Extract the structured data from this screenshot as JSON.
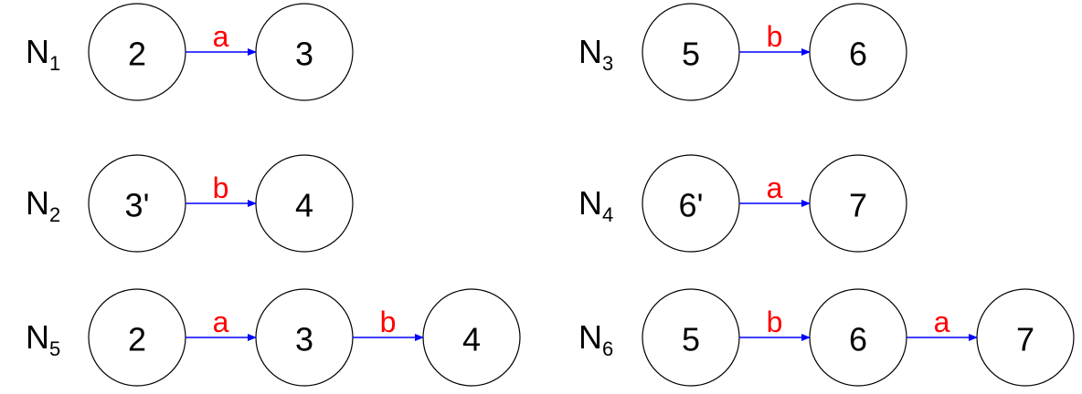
{
  "colors": {
    "edge": "#0000ff",
    "edge_label": "#ff0000",
    "node_stroke": "#000000"
  },
  "networks": [
    {
      "name": "N",
      "sub": "1",
      "nodes": [
        "2",
        "3"
      ],
      "edges": [
        "a"
      ]
    },
    {
      "name": "N",
      "sub": "3",
      "nodes": [
        "5",
        "6"
      ],
      "edges": [
        "b"
      ]
    },
    {
      "name": "N",
      "sub": "2",
      "nodes": [
        "3'",
        "4"
      ],
      "edges": [
        "b"
      ]
    },
    {
      "name": "N",
      "sub": "4",
      "nodes": [
        "6'",
        "7"
      ],
      "edges": [
        "a"
      ]
    },
    {
      "name": "N",
      "sub": "5",
      "nodes": [
        "2",
        "3",
        "4"
      ],
      "edges": [
        "a",
        "b"
      ]
    },
    {
      "name": "N",
      "sub": "6",
      "nodes": [
        "5",
        "6",
        "7"
      ],
      "edges": [
        "b",
        "a"
      ]
    }
  ]
}
